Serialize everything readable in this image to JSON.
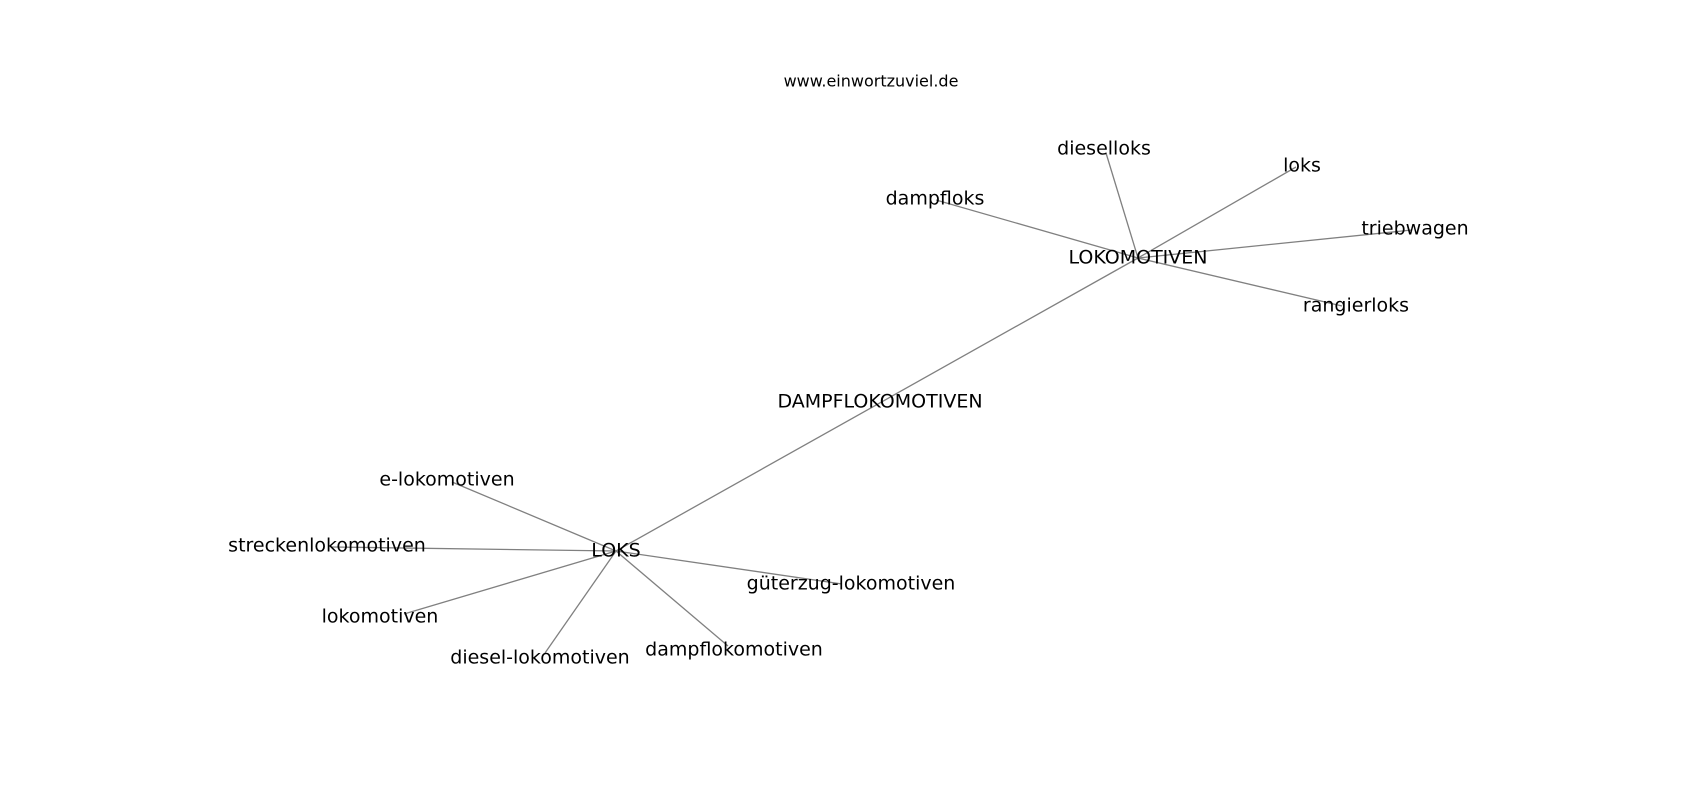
{
  "source": "www.einwortzuviel.de",
  "graph": {
    "nodes": [
      {
        "id": "LOKOMOTIVEN",
        "label": "LOKOMOTIVEN"
      },
      {
        "id": "DAMPFLOKOMOTIVEN",
        "label": "DAMPFLOKOMOTIVEN"
      },
      {
        "id": "LOKS",
        "label": "LOKS"
      },
      {
        "id": "dieselloks",
        "label": "dieselloks"
      },
      {
        "id": "loks",
        "label": "loks"
      },
      {
        "id": "dampfloks",
        "label": "dampfloks"
      },
      {
        "id": "triebwagen",
        "label": "triebwagen"
      },
      {
        "id": "rangierloks",
        "label": "rangierloks"
      },
      {
        "id": "e-lokomotiven",
        "label": "e-lokomotiven"
      },
      {
        "id": "streckenlokomotiven",
        "label": "streckenlokomotiven"
      },
      {
        "id": "lokomotiven",
        "label": "lokomotiven"
      },
      {
        "id": "diesel-lokomotiven",
        "label": "diesel-lokomotiven"
      },
      {
        "id": "dampflokomotiven",
        "label": "dampflokomotiven"
      },
      {
        "id": "gueterzug-lokomotiven",
        "label": "güterzug-lokomotiven"
      }
    ],
    "edges": [
      [
        "LOKOMOTIVEN",
        "LOKS"
      ],
      [
        "LOKOMOTIVEN",
        "dieselloks"
      ],
      [
        "LOKOMOTIVEN",
        "loks"
      ],
      [
        "LOKOMOTIVEN",
        "dampfloks"
      ],
      [
        "LOKOMOTIVEN",
        "triebwagen"
      ],
      [
        "LOKOMOTIVEN",
        "rangierloks"
      ],
      [
        "LOKS",
        "e-lokomotiven"
      ],
      [
        "LOKS",
        "streckenlokomotiven"
      ],
      [
        "LOKS",
        "lokomotiven"
      ],
      [
        "LOKS",
        "diesel-lokomotiven"
      ],
      [
        "LOKS",
        "dampflokomotiven"
      ],
      [
        "LOKS",
        "gueterzug-lokomotiven"
      ]
    ]
  }
}
